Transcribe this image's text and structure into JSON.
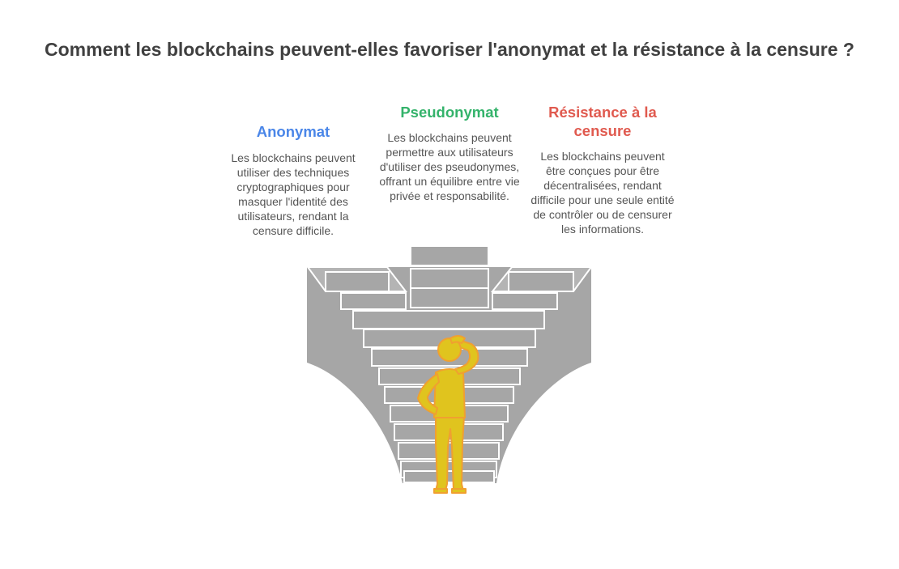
{
  "title": "Comment les blockchains peuvent-elles favoriser l'anonymat et la résistance à la censure ?",
  "columns": [
    {
      "heading": "Anonymat",
      "text": "Les blockchains peuvent utiliser des techniques cryptographiques pour masquer l'identité des utilisateurs, rendant la censure difficile.",
      "color": "#4a86e8"
    },
    {
      "heading": "Pseudonymat",
      "text": "Les blockchains peuvent permettre aux utilisateurs d'utiliser des pseudonymes, offrant un équilibre entre vie privée et responsabilité.",
      "color": "#34b36b"
    },
    {
      "heading": "Résistance à la censure",
      "text": "Les blockchains peuvent être conçues pour être décentralisées, rendant difficile pour une seule entité de contrôler ou de censurer les informations.",
      "color": "#e05a4f"
    }
  ],
  "colors": {
    "staircase": "#a6a6a6",
    "edge": "#ffffff",
    "figure_fill": "#e0c41e",
    "figure_stroke": "#f0a030"
  }
}
